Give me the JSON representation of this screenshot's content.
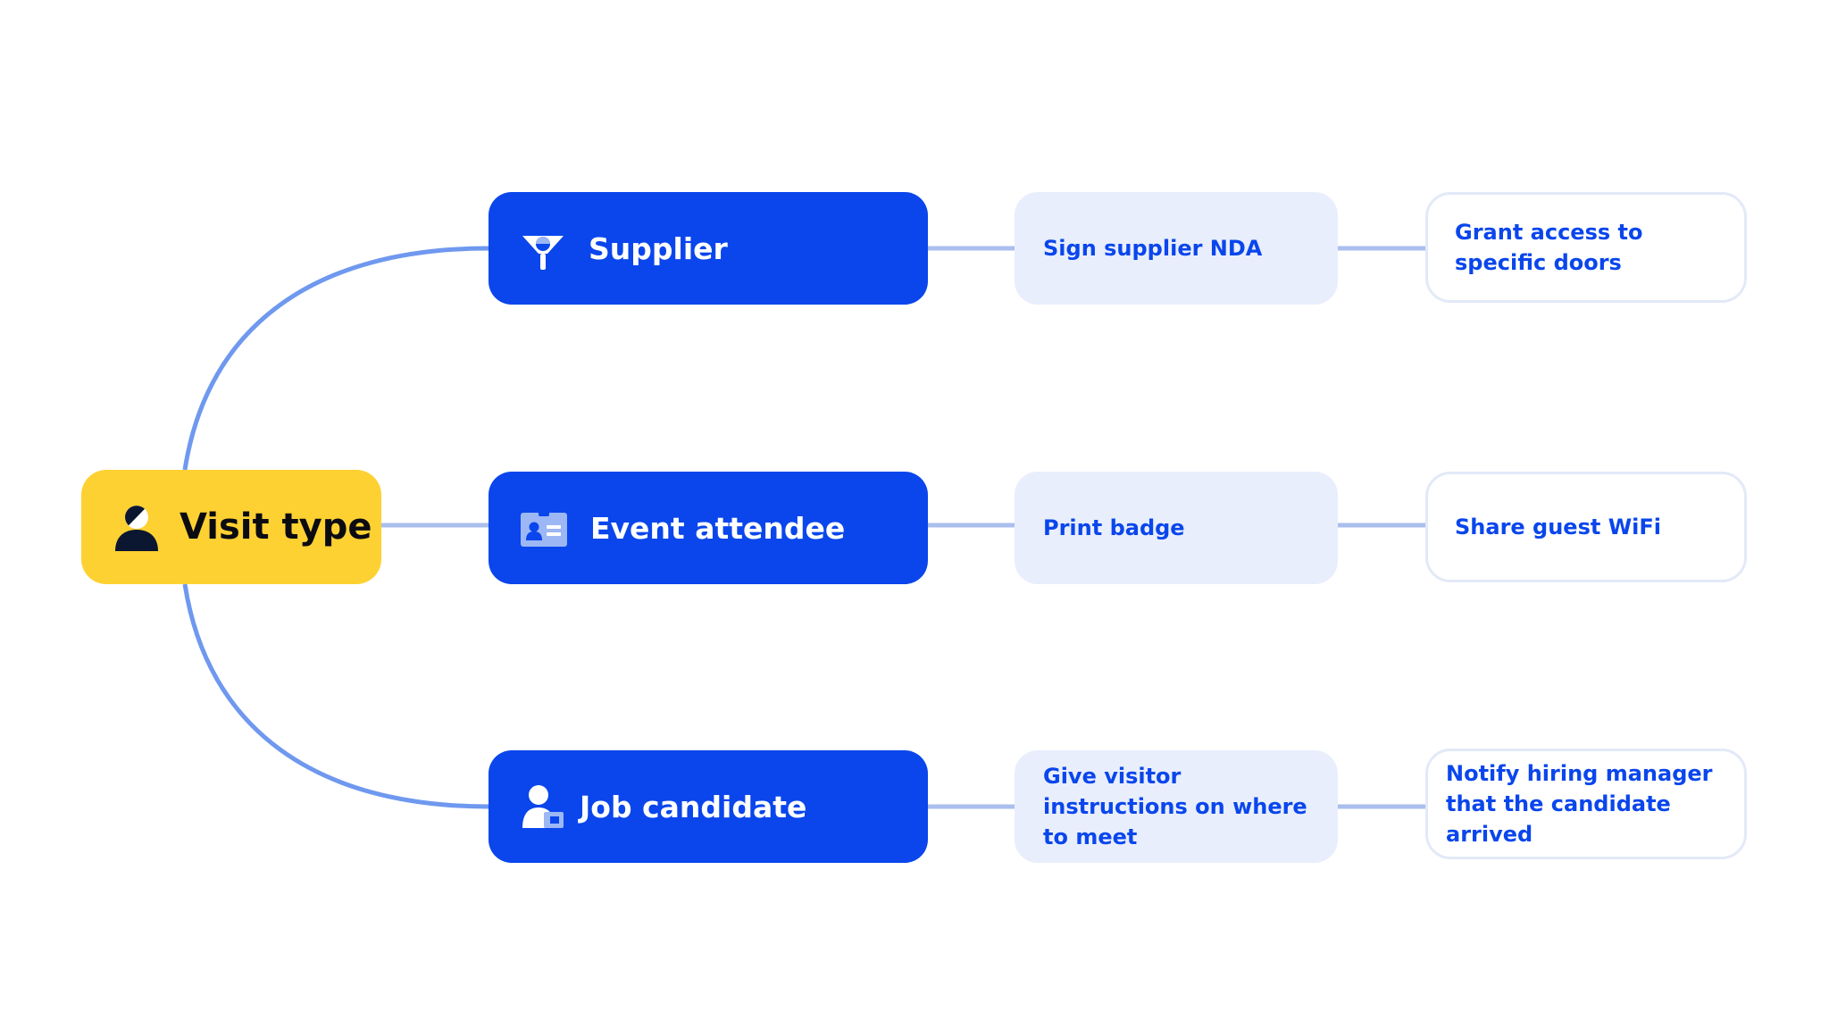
{
  "root": {
    "label": "Visit type",
    "icon": "person-icon"
  },
  "branches": [
    {
      "type": "Supplier",
      "icon": "funnel-icon",
      "step1": "Sign supplier NDA",
      "step2": "Grant access to specific doors"
    },
    {
      "type": "Event attendee",
      "icon": "id-card-icon",
      "step1": "Print badge",
      "step2": "Share guest WiFi"
    },
    {
      "type": "Job candidate",
      "icon": "person-card-icon",
      "step1": "Give visitor instructions on where to meet",
      "step2": "Notify hiring manager that the candidate arrived"
    }
  ],
  "colors": {
    "root": "#fed132",
    "type": "#0a46ec",
    "step": "#e8eefc",
    "step_border": "#e3e9f8",
    "connector": "#6f98ef",
    "text_blue": "#0a46ec"
  }
}
